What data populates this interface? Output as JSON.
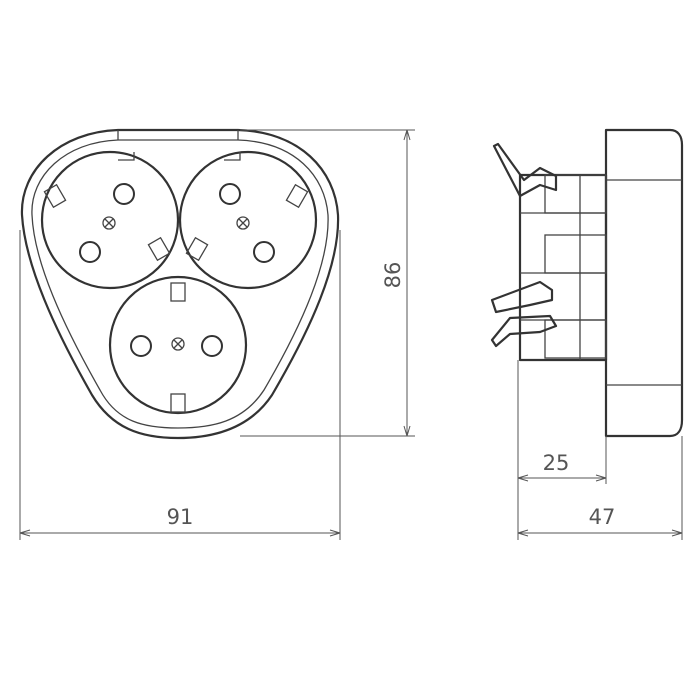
{
  "dimensions": {
    "width": "91",
    "height": "86",
    "depth_total": "47",
    "depth_body": "25"
  },
  "colors": {
    "line": "#333333",
    "dimension": "#555555",
    "background": "#ffffff"
  }
}
